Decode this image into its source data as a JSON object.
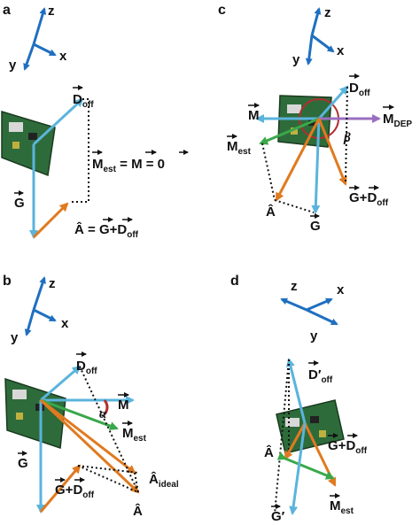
{
  "colors": {
    "axis": "#1f6fc0",
    "g_vector": "#5ab4dc",
    "orange": "#e07a20",
    "green": "#3aa84a",
    "purple": "#9b6fc0",
    "dotted": "#111111",
    "board": "#2e6b3a",
    "angle": "#b03030"
  },
  "icons": [
    "circuit-board-icon"
  ],
  "panels": {
    "a": {
      "letter": "a",
      "axes": {
        "z": "z",
        "x": "x",
        "y": "y"
      },
      "labels": {
        "d_off": "D",
        "d_off_sub": "off",
        "g": "G",
        "eq_m_est": "M",
        "eq_m_est_sub": "est",
        "eq_rest1": " = ",
        "eq_m": "M",
        "eq_rest2": " = ",
        "eq_zero": "0",
        "a_hat": "Â",
        "a_eq": " = ",
        "a_g": "G",
        "a_plus": "+",
        "a_d": "D",
        "a_d_sub": "off"
      }
    },
    "b": {
      "letter": "b",
      "axes": {
        "z": "z",
        "x": "x",
        "y": "y"
      },
      "labels": {
        "d_off": "D",
        "d_off_sub": "off",
        "m": "M",
        "alpha": "α",
        "m_est": "M",
        "m_est_sub": "est",
        "g": "G",
        "gd_g": "G",
        "gd_plus": "+",
        "gd_d": "D",
        "gd_d_sub": "off",
        "a_ideal": "Â",
        "a_ideal_sub": "ideal",
        "a_hat": "Â"
      }
    },
    "c": {
      "letter": "c",
      "axes": {
        "z": "z",
        "x": "x",
        "y": "y"
      },
      "labels": {
        "d_off": "D",
        "d_off_sub": "off",
        "m": "M",
        "m_dep": "M",
        "m_dep_sub": "DEP",
        "m_est": "M",
        "m_est_sub": "est",
        "beta": "β",
        "a_hat": "Â",
        "g": "G",
        "gd_g": "G",
        "gd_plus": "+",
        "gd_d": "D",
        "gd_d_sub": "off"
      }
    },
    "d": {
      "letter": "d",
      "axes": {
        "z": "z",
        "x": "x",
        "y": "y"
      },
      "labels": {
        "d_off": "D′",
        "d_off_sub": "off",
        "a_hat": "Â",
        "gd_g": "G",
        "gd_plus": "+",
        "gd_d": "D",
        "gd_d_sub": "off",
        "m_est": "M",
        "m_est_sub": "est",
        "g": "G′"
      }
    }
  }
}
